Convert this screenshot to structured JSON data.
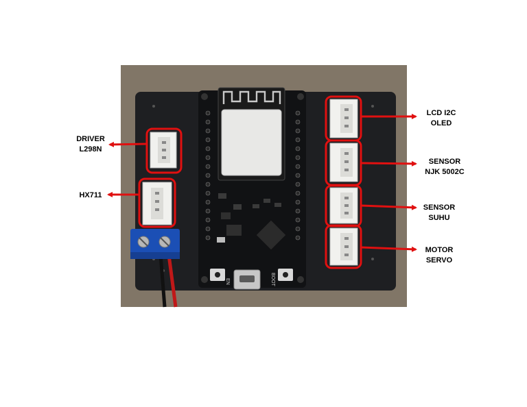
{
  "labels": {
    "driver": {
      "line1": "DRIVER",
      "line2": "L298N"
    },
    "hx711": {
      "line1": "HX711"
    },
    "lcd": {
      "line1": "LCD I2C",
      "line2": "OLED"
    },
    "sensor_njk": {
      "line1": "SENSOR",
      "line2": "NJK 5002C"
    },
    "sensor_suhu": {
      "line1": "SENSOR",
      "line2": "SUHU"
    },
    "motor_servo": {
      "line1": "MOTOR",
      "line2": "SERVO"
    }
  },
  "board_markings": {
    "en_button": "EN",
    "boot_button": "BOOT"
  },
  "colors": {
    "highlight": "#e01010",
    "board": "#1e1f22",
    "pcb": "#111214",
    "terminal": "#1b4fb5",
    "connector": "#f1f1ee"
  }
}
